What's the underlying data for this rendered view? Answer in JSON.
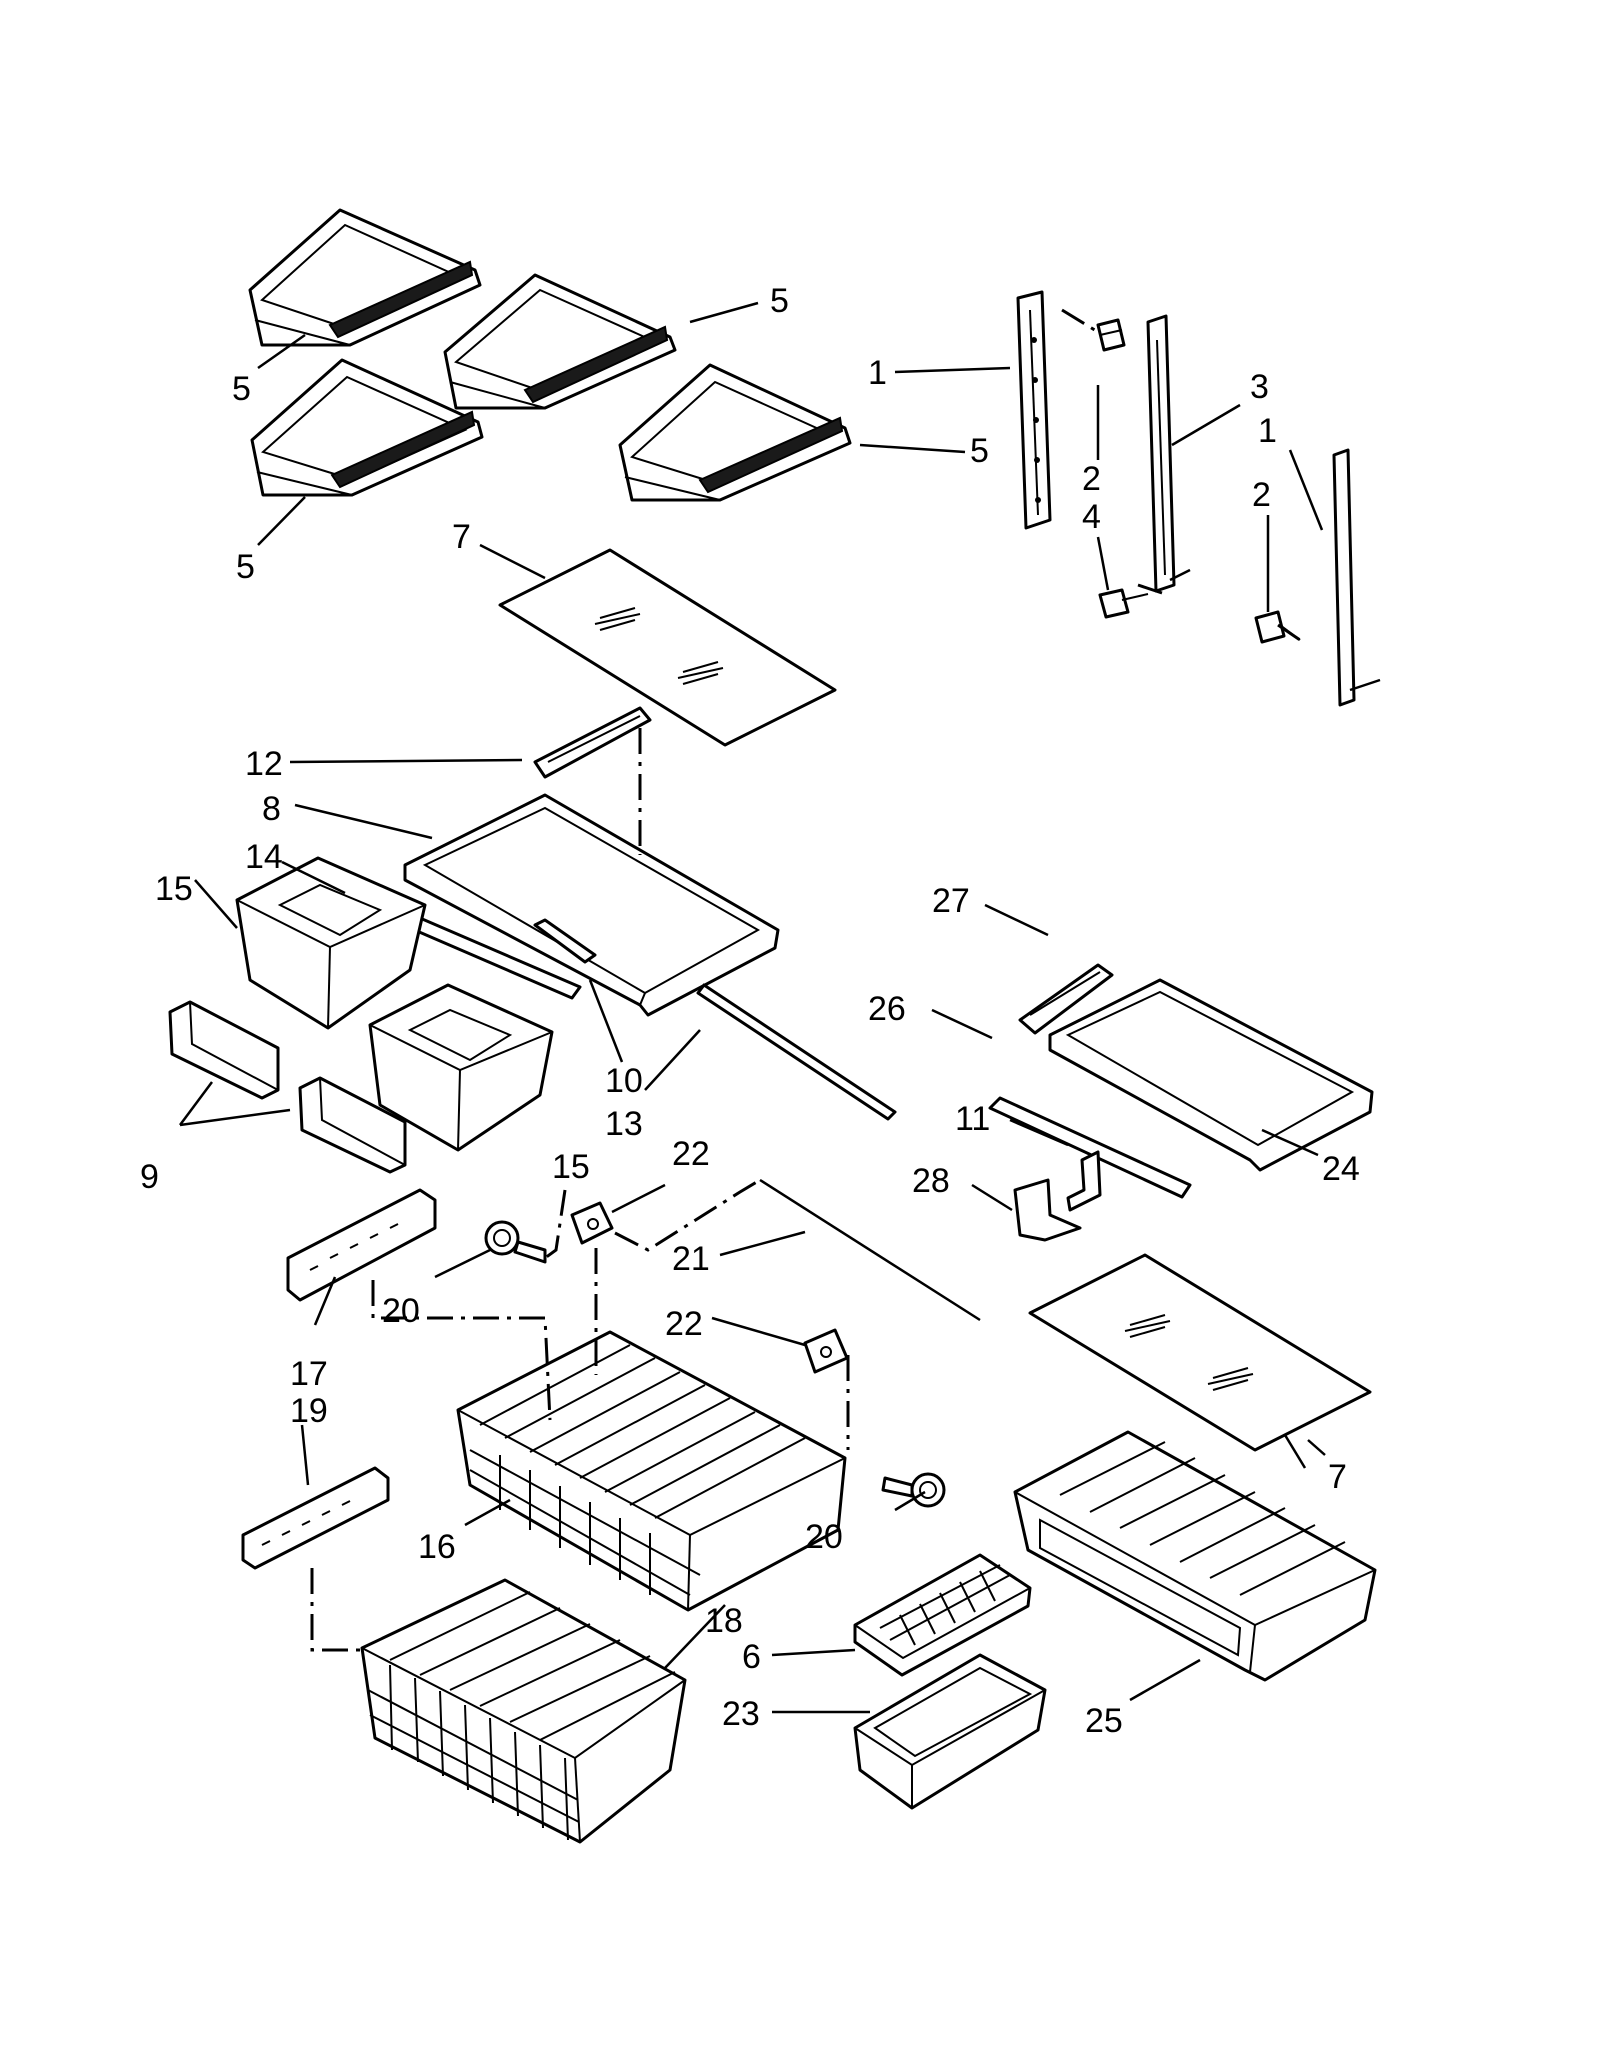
{
  "callouts": [
    {
      "id": "c5a",
      "text": "5"
    },
    {
      "id": "c5b",
      "text": "5"
    },
    {
      "id": "c5c",
      "text": "5"
    },
    {
      "id": "c5d",
      "text": "5"
    },
    {
      "id": "c1a",
      "text": "1"
    },
    {
      "id": "c1b",
      "text": "1"
    },
    {
      "id": "c2a",
      "text": "2"
    },
    {
      "id": "c2b",
      "text": "2"
    },
    {
      "id": "c3",
      "text": "3"
    },
    {
      "id": "c4",
      "text": "4"
    },
    {
      "id": "c7a",
      "text": "7"
    },
    {
      "id": "c7b",
      "text": "7"
    },
    {
      "id": "c12",
      "text": "12"
    },
    {
      "id": "c8",
      "text": "8"
    },
    {
      "id": "c14",
      "text": "14"
    },
    {
      "id": "c15a",
      "text": "15"
    },
    {
      "id": "c15b",
      "text": "15"
    },
    {
      "id": "c10",
      "text": "10"
    },
    {
      "id": "c13",
      "text": "13"
    },
    {
      "id": "c9",
      "text": "9"
    },
    {
      "id": "c27",
      "text": "27"
    },
    {
      "id": "c26",
      "text": "26"
    },
    {
      "id": "c24",
      "text": "24"
    },
    {
      "id": "c11",
      "text": "11"
    },
    {
      "id": "c28",
      "text": "28"
    },
    {
      "id": "c22a",
      "text": "22"
    },
    {
      "id": "c22b",
      "text": "22"
    },
    {
      "id": "c21",
      "text": "21"
    },
    {
      "id": "c20a",
      "text": "20"
    },
    {
      "id": "c20b",
      "text": "20"
    },
    {
      "id": "c17",
      "text": "17"
    },
    {
      "id": "c19",
      "text": "19"
    },
    {
      "id": "c16",
      "text": "16"
    },
    {
      "id": "c18",
      "text": "18"
    },
    {
      "id": "c6",
      "text": "6"
    },
    {
      "id": "c23",
      "text": "23"
    },
    {
      "id": "c25",
      "text": "25"
    }
  ]
}
